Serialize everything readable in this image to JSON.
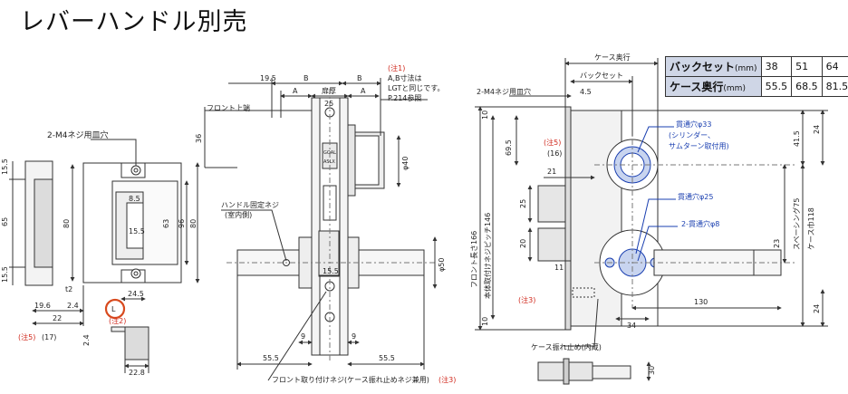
{
  "title": "レバーハンドル別売",
  "spec_table": {
    "rows": [
      {
        "label": "バックセット",
        "unit": "(mm)",
        "values": [
          "38",
          "51",
          "64"
        ]
      },
      {
        "label": "ケース奥行",
        "unit": "(mm)",
        "values": [
          "55.5",
          "68.5",
          "81.5"
        ]
      }
    ]
  },
  "strike_view": {
    "dims": [
      "15.5",
      "65",
      "15.5",
      "80",
      "63",
      "96",
      "8.5",
      "15.5",
      "t2",
      "19.6",
      "2.4",
      "22",
      "24.5",
      "2.4",
      "22.8"
    ],
    "hole_label": "2-M4ネジ用皿穴",
    "l_mark": "L",
    "note2": "(注2)",
    "note5": "(注5)",
    "note5_val": "(17)"
  },
  "front_view": {
    "top_dims": [
      "19.5",
      "B",
      "B",
      "A",
      "扉厚",
      "A",
      "25"
    ],
    "front_top_label": "フロント上端",
    "note1_title": "(注1)",
    "note1_lines": [
      "A,B寸法は",
      "LGTと同じです。",
      "P.214参照"
    ],
    "side_dims": [
      "36",
      "φ40",
      "φ50"
    ],
    "fix_screw": [
      "ハンドル固定ネジ",
      "(室内側)"
    ],
    "bottom_dims": [
      "15.5",
      "9",
      "9",
      "55.5",
      "55.5"
    ],
    "front_screw_label": "フロント取り付けネジ(ケース振れ止めネジ兼用)",
    "front_screw_note": "(注3)",
    "brand": [
      "GOAL",
      "ASLX"
    ]
  },
  "case_view": {
    "top_labels": [
      "ケース奥行",
      "バックセット",
      "4.5"
    ],
    "hole_label": "2-M4ネジ用皿穴",
    "note5": "(注5)",
    "note5_val": "(16)",
    "dims": [
      "10",
      "69.5",
      "21",
      "41.5",
      "24",
      "25",
      "20",
      "11",
      "23",
      "130",
      "34",
      "24",
      "10"
    ],
    "vertical_labels": [
      "フロント長さ166",
      "本体取付けネジピッチ146",
      "スペーシング75",
      "ケース巾118"
    ],
    "callouts": [
      {
        "text": "貫通穴φ33"
      },
      {
        "text": "(シリンダー、"
      },
      {
        "text": "サムターン取付用)"
      },
      {
        "text": "貫通穴φ25"
      },
      {
        "text": "2-貫通穴φ8"
      }
    ],
    "note3": "(注3)",
    "anti_vib": "ケース振れ止め(内蔵)",
    "anti_vib_dim": "30"
  }
}
